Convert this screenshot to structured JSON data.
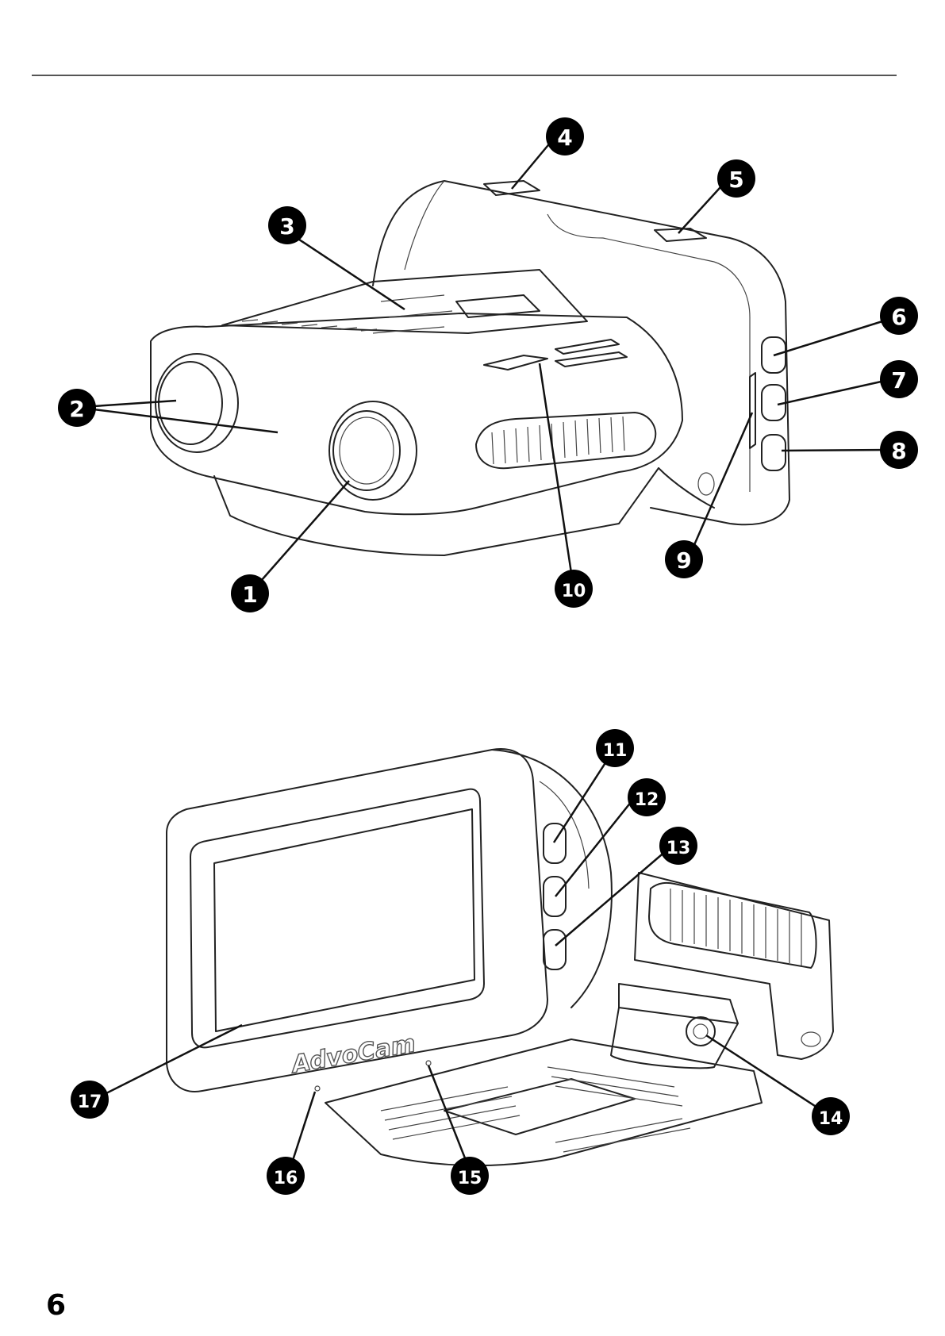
{
  "page_number": "6",
  "brand_text": "AdvoCam",
  "callouts": [
    {
      "n": "1"
    },
    {
      "n": "2"
    },
    {
      "n": "3"
    },
    {
      "n": "4"
    },
    {
      "n": "5"
    },
    {
      "n": "6"
    },
    {
      "n": "7"
    },
    {
      "n": "8"
    },
    {
      "n": "9"
    },
    {
      "n": "10"
    },
    {
      "n": "11"
    },
    {
      "n": "12"
    },
    {
      "n": "13"
    },
    {
      "n": "14"
    },
    {
      "n": "15"
    },
    {
      "n": "16"
    },
    {
      "n": "17"
    }
  ]
}
